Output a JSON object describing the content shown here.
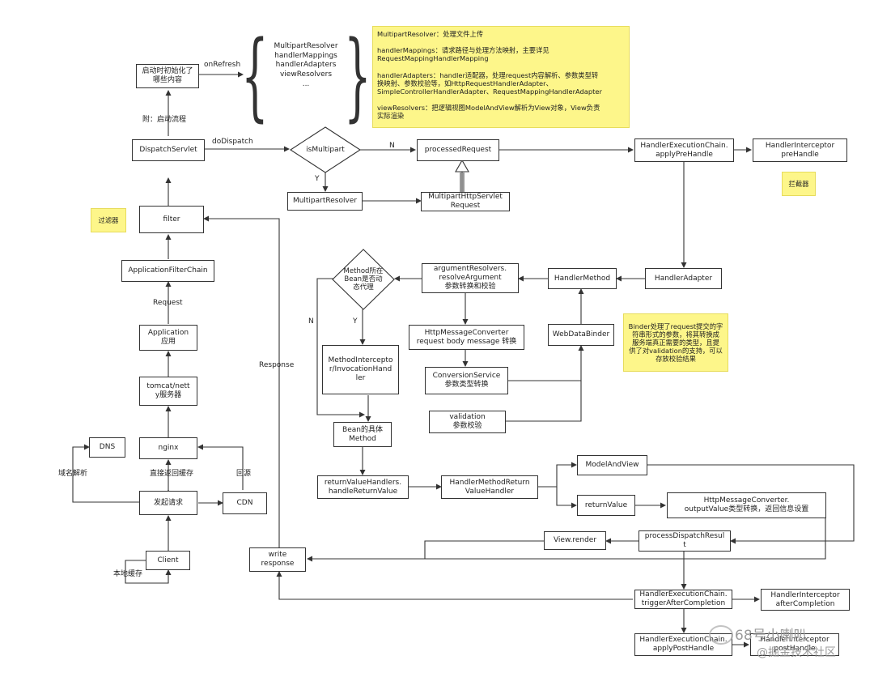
{
  "boxes": {
    "init_question": "启动时初始化了\n哪些内容",
    "dispatch_servlet": "DispatchServlet",
    "filter": "filter",
    "application_filter_chain": "ApplicationFilterChain",
    "application": "Application\n应用",
    "tomcat": "tomcat/nett\ny服务器",
    "nginx": "nginx",
    "dns": "DNS",
    "cdn": "CDN",
    "send_request": "发起请求",
    "client": "Client",
    "write_response": "write\nresponse",
    "processed_request": "processedRequest",
    "multipart_resolver": "MultipartResolver",
    "multipart_http_request": "MultipartHttpServlet\nRequest",
    "handler_execution_chain_pre": "HandlerExecutionChain.\napplyPreHandle",
    "handler_interceptor_pre": "HandlerInterceptor\npreHandle",
    "handler_adapter": "HandlerAdapter",
    "handler_method": "HandlerMethod",
    "argument_resolvers": "argumentResolvers.\nresolveArgument\n参数转换和校验",
    "http_message_converter_in": "HttpMessageConverter\nrequest body message 转换",
    "web_data_binder": "WebDataBinder",
    "conversion_service": "ConversionService\n参数类型转换",
    "validation": "validation\n参数校验",
    "method_interceptor": "MethodIntercepto\nr/InvocationHand\nler",
    "bean_method": "Bean的具体\nMethod",
    "return_value_handlers": "returnValueHandlers.\nhandleReturnValue",
    "handler_method_return_value_handler": "HandlerMethodReturn\nValueHandler",
    "model_and_view": "ModelAndView",
    "return_value": "returnValue",
    "http_message_converter_out": "HttpMessageConverter.\noutputValue类型转换，返回信息设置",
    "view_render": "View.render",
    "process_dispatch_result": "processDispatchResul\nt",
    "trigger_after_completion": "HandlerExecutionChain.\ntriggerAfterCompletion",
    "handler_interceptor_after": "HandlerInterceptor\nafterCompletion",
    "apply_post_handle": "HandlerExecutionChain.\napplyPostHandle",
    "handler_interceptor_post": "HandlerInterceptor\npostHandle"
  },
  "decisions": {
    "is_multipart": "isMultipart",
    "bean_proxy": "Method所在\nBean是否动\n态代理"
  },
  "labels": {
    "on_refresh": "onRefresh",
    "startup_flow": "附：启动流程",
    "do_dispatch": "doDispatch",
    "n1": "N",
    "y1": "Y",
    "n2": "N",
    "y2": "Y",
    "request": "Request",
    "response": "Response",
    "domain_resolve": "域名解析",
    "direct_cache": "直接返回缓存",
    "origin_fetch": "回源",
    "local_cache": "本地缓存"
  },
  "init_list": [
    "MultipartResolver",
    "handlerMappings",
    "handlerAdapters",
    "viewResolvers",
    "..."
  ],
  "notes": {
    "top_note": "MultipartResolver：处理文件上传\n\nhandlerMappings：请求路径与处理方法映射，主要详见\nRequestMappingHandlerMapping\n\nhandlerAdapters：handler适配器，处理request内容解析、参数类型转\n换映射、参数校验等，如HttpRequestHandlerAdapter、\nSimpleControllerHandlerAdapter、RequestMappingHandlerAdapter\n\nviewResolvers：把逻辑视图ModelAndView解析为View对象，View负责\n实际渲染",
    "filter_note": "过滤器",
    "interceptor_note": "拦截器",
    "binder_note": "Binder处理了request提交的字\n符串形式的参数，将其转换成\n服务端真正需要的类型，且提\n供了对validation的支持，可以\n存放校验结果"
  },
  "colors": {
    "note_bg": "#fdf68a",
    "line": "#333333"
  },
  "watermark": {
    "line1": "68号小喇叭",
    "line2": "@掘金技术社区"
  }
}
